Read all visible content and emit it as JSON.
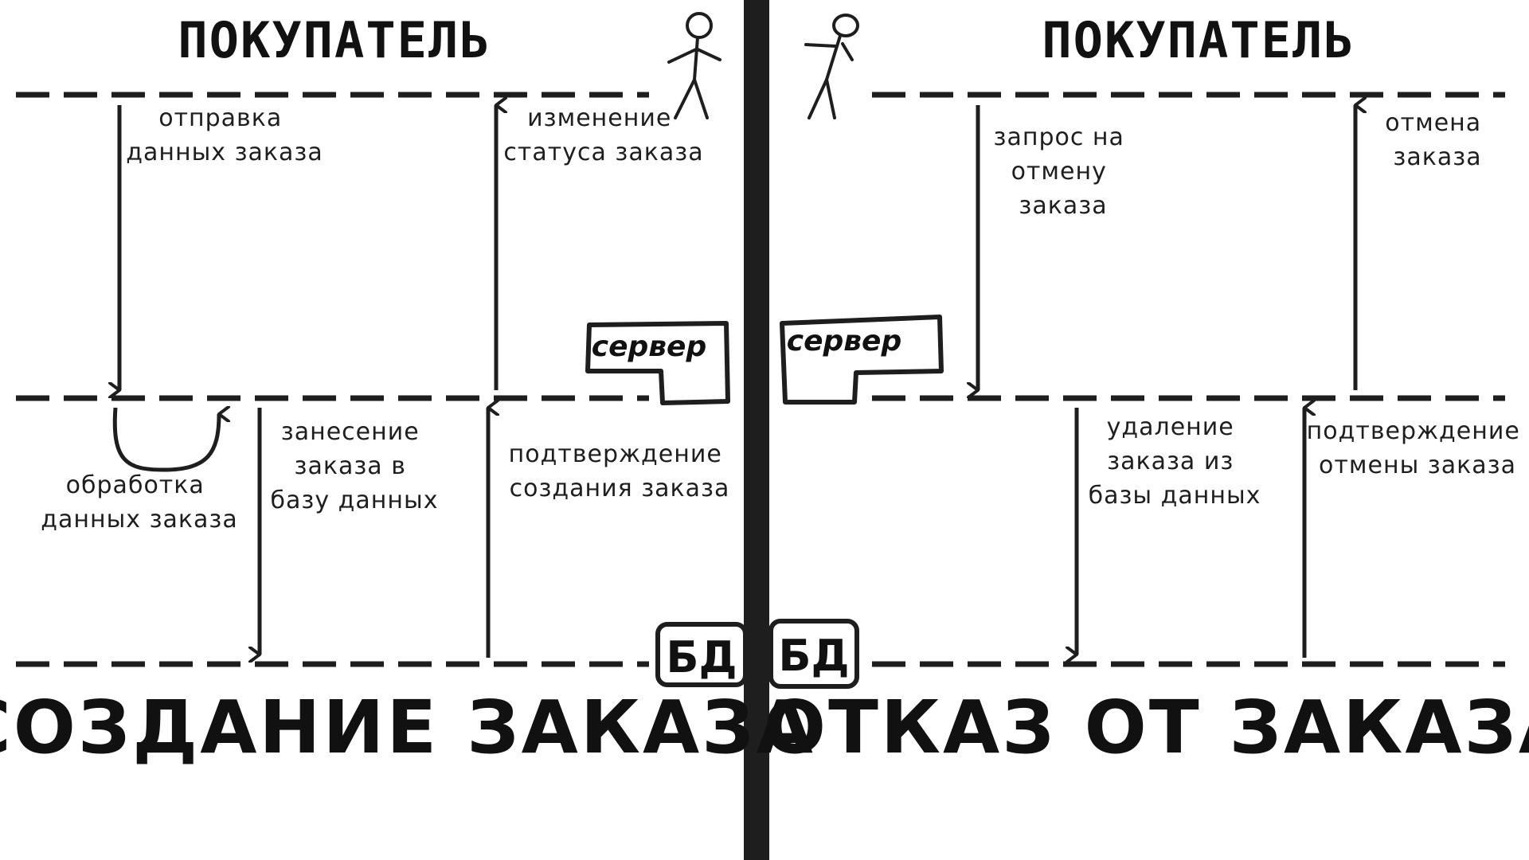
{
  "colors": {
    "ink": "#1e1e1e",
    "background": "#ffffff",
    "divider": "#1e1e1e"
  },
  "left_panel": {
    "actor_label": "ПОКУПАТЕЛЬ",
    "server_label": "сервер",
    "db_label": "БД",
    "arrows": [
      {
        "direction": "down",
        "from": "buyer",
        "to": "server",
        "label_lines": [
          "отправка",
          "данных заказа"
        ]
      },
      {
        "direction": "up",
        "from": "server",
        "to": "buyer",
        "label_lines": [
          "изменение",
          "статуса заказа"
        ]
      },
      {
        "direction": "self-loop",
        "from": "server",
        "to": "server",
        "label_lines": [
          "обработка",
          "данных заказа"
        ]
      },
      {
        "direction": "down",
        "from": "server",
        "to": "db",
        "label_lines": [
          "занесение",
          "заказа в",
          "базу данных"
        ]
      },
      {
        "direction": "up",
        "from": "db",
        "to": "server",
        "label_lines": [
          "подтверждение",
          "создания заказа"
        ]
      }
    ],
    "title": "СОЗДАНИЕ ЗАКАЗА"
  },
  "right_panel": {
    "actor_label": "ПОКУПАТЕЛЬ",
    "server_label": "сервер",
    "db_label": "БД",
    "arrows": [
      {
        "direction": "down",
        "from": "buyer",
        "to": "server",
        "label_lines": [
          "запрос на",
          "отмену",
          "заказа"
        ]
      },
      {
        "direction": "up",
        "from": "server",
        "to": "buyer",
        "label_lines": [
          "отмена",
          "заказа"
        ]
      },
      {
        "direction": "down",
        "from": "server",
        "to": "db",
        "label_lines": [
          "удаление",
          "заказа из",
          "базы данных"
        ]
      },
      {
        "direction": "up",
        "from": "db",
        "to": "server",
        "label_lines": [
          "подтверждение",
          "отмены заказа"
        ]
      }
    ],
    "title": "ОТКАЗ ОТ ЗАКАЗА"
  }
}
